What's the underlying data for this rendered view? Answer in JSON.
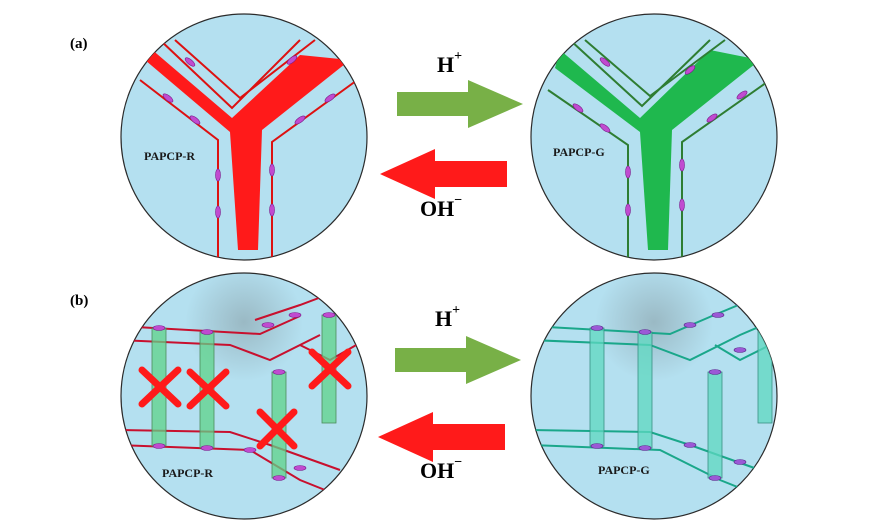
{
  "panels": [
    {
      "label": "(a)",
      "left_circle": {
        "label": "PAPCP-R"
      },
      "right_circle": {
        "label": "PAPCP-G"
      },
      "forward_arrow": {
        "ion": "H",
        "charge": "+"
      },
      "backward_arrow": {
        "ion": "OH",
        "charge": "−"
      }
    },
    {
      "label": "(b)",
      "left_circle": {
        "label": "PAPCP-R"
      },
      "right_circle": {
        "label": "PAPCP-G"
      },
      "forward_arrow": {
        "ion": "H",
        "charge": "+"
      },
      "backward_arrow": {
        "ion": "OH",
        "charge": "−"
      }
    }
  ],
  "colors": {
    "circle_fill": "#b4e0f0",
    "red": "#ff1a1a",
    "green_fill": "#1fb84e",
    "forward_arrow": "#78b047",
    "backward_arrow": "#ff1a1a",
    "teal": "#1aa78a"
  }
}
